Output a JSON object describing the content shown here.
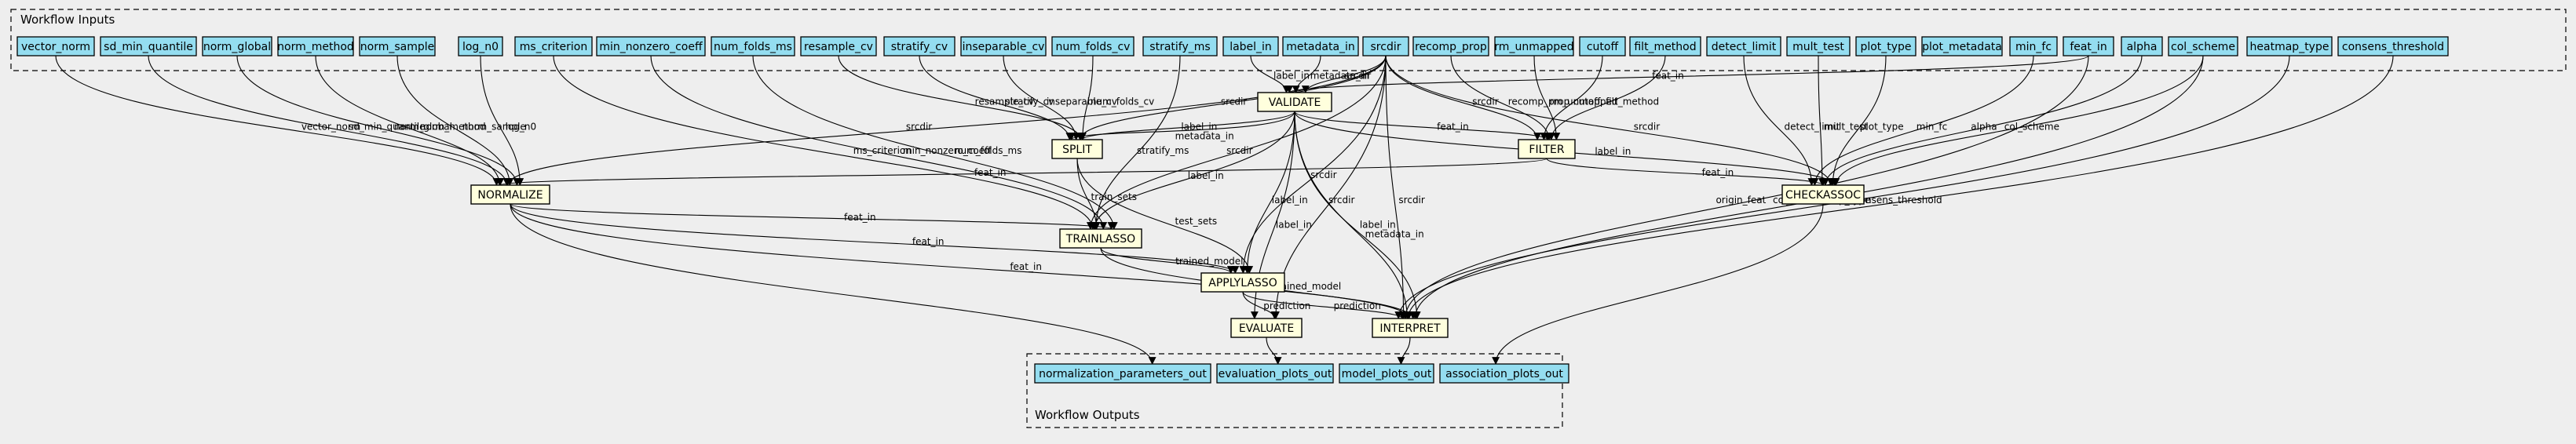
{
  "clusters": {
    "inputs_title": "Workflow Inputs",
    "outputs_title": "Workflow Outputs"
  },
  "inputs": [
    {
      "id": "vector_norm",
      "label": "vector_norm"
    },
    {
      "id": "sd_min_quantile",
      "label": "sd_min_quantile"
    },
    {
      "id": "norm_global",
      "label": "norm_global"
    },
    {
      "id": "norm_method",
      "label": "norm_method"
    },
    {
      "id": "norm_sample",
      "label": "norm_sample"
    },
    {
      "id": "log_n0",
      "label": "log_n0"
    },
    {
      "id": "ms_criterion",
      "label": "ms_criterion"
    },
    {
      "id": "min_nonzero_coeff",
      "label": "min_nonzero_coeff"
    },
    {
      "id": "num_folds_ms",
      "label": "num_folds_ms"
    },
    {
      "id": "resample_cv",
      "label": "resample_cv"
    },
    {
      "id": "stratify_cv",
      "label": "stratify_cv"
    },
    {
      "id": "inseparable_cv",
      "label": "inseparable_cv"
    },
    {
      "id": "num_folds_cv",
      "label": "num_folds_cv"
    },
    {
      "id": "stratify_ms",
      "label": "stratify_ms"
    },
    {
      "id": "label_in",
      "label": "label_in"
    },
    {
      "id": "metadata_in",
      "label": "metadata_in"
    },
    {
      "id": "srcdir",
      "label": "srcdir"
    },
    {
      "id": "recomp_prop",
      "label": "recomp_prop"
    },
    {
      "id": "rm_unmapped",
      "label": "rm_unmapped"
    },
    {
      "id": "cutoff",
      "label": "cutoff"
    },
    {
      "id": "filt_method",
      "label": "filt_method"
    },
    {
      "id": "detect_limit",
      "label": "detect_limit"
    },
    {
      "id": "mult_test",
      "label": "mult_test"
    },
    {
      "id": "plot_type",
      "label": "plot_type"
    },
    {
      "id": "plot_metadata",
      "label": "plot_metadata"
    },
    {
      "id": "min_fc",
      "label": "min_fc"
    },
    {
      "id": "feat_in",
      "label": "feat_in"
    },
    {
      "id": "alpha",
      "label": "alpha"
    },
    {
      "id": "col_scheme",
      "label": "col_scheme"
    },
    {
      "id": "heatmap_type",
      "label": "heatmap_type"
    },
    {
      "id": "consens_threshold",
      "label": "consens_threshold"
    }
  ],
  "steps": [
    {
      "id": "VALIDATE",
      "label": "VALIDATE"
    },
    {
      "id": "SPLIT",
      "label": "SPLIT"
    },
    {
      "id": "FILTER",
      "label": "FILTER"
    },
    {
      "id": "NORMALIZE",
      "label": "NORMALIZE"
    },
    {
      "id": "CHECKASSOC",
      "label": "CHECKASSOC"
    },
    {
      "id": "TRAINLASSO",
      "label": "TRAINLASSO"
    },
    {
      "id": "APPLYLASSO",
      "label": "APPLYLASSO"
    },
    {
      "id": "EVALUATE",
      "label": "EVALUATE"
    },
    {
      "id": "INTERPRET",
      "label": "INTERPRET"
    }
  ],
  "outputs": [
    {
      "id": "normalization_parameters_out",
      "label": "normalization_parameters_out"
    },
    {
      "id": "evaluation_plots_out",
      "label": "evaluation_plots_out"
    },
    {
      "id": "model_plots_out",
      "label": "model_plots_out"
    },
    {
      "id": "association_plots_out",
      "label": "association_plots_out"
    }
  ],
  "edges": [
    {
      "from": "vector_norm",
      "to": "NORMALIZE",
      "label": "vector_norm"
    },
    {
      "from": "sd_min_quantile",
      "to": "NORMALIZE",
      "label": "sd_min_quantile"
    },
    {
      "from": "norm_global",
      "to": "NORMALIZE",
      "label": "norm_global"
    },
    {
      "from": "norm_method",
      "to": "NORMALIZE",
      "label": "norm_method"
    },
    {
      "from": "norm_sample",
      "to": "NORMALIZE",
      "label": "norm_sample"
    },
    {
      "from": "log_n0",
      "to": "NORMALIZE",
      "label": "log_n0"
    },
    {
      "from": "ms_criterion",
      "to": "TRAINLASSO",
      "label": "ms_criterion"
    },
    {
      "from": "min_nonzero_coeff",
      "to": "TRAINLASSO",
      "label": "min_nonzero_coeff"
    },
    {
      "from": "num_folds_ms",
      "to": "TRAINLASSO",
      "label": "num_folds_ms"
    },
    {
      "from": "stratify_ms",
      "to": "TRAINLASSO",
      "label": "stratify_ms"
    },
    {
      "from": "resample_cv",
      "to": "SPLIT",
      "label": "resample_cv"
    },
    {
      "from": "stratify_cv",
      "to": "SPLIT",
      "label": "stratify_cv"
    },
    {
      "from": "inseparable_cv",
      "to": "SPLIT",
      "label": "inseparable_cv"
    },
    {
      "from": "num_folds_cv",
      "to": "SPLIT",
      "label": "num_folds_cv"
    },
    {
      "from": "label_in",
      "to": "VALIDATE",
      "label": "label_in"
    },
    {
      "from": "metadata_in",
      "to": "VALIDATE",
      "label": "metadata_in"
    },
    {
      "from": "srcdir",
      "to": "VALIDATE",
      "label": "srcdir"
    },
    {
      "from": "feat_in",
      "to": "VALIDATE",
      "label": "feat_in"
    },
    {
      "from": "srcdir",
      "to": "SPLIT",
      "label": "srcdir"
    },
    {
      "from": "srcdir",
      "to": "FILTER",
      "label": "srcdir"
    },
    {
      "from": "srcdir",
      "to": "NORMALIZE",
      "label": "srcdir"
    },
    {
      "from": "srcdir",
      "to": "CHECKASSOC",
      "label": "srcdir"
    },
    {
      "from": "srcdir",
      "to": "TRAINLASSO",
      "label": "srcdir"
    },
    {
      "from": "srcdir",
      "to": "APPLYLASSO",
      "label": "srcdir"
    },
    {
      "from": "srcdir",
      "to": "EVALUATE",
      "label": "srcdir"
    },
    {
      "from": "srcdir",
      "to": "INTERPRET",
      "label": "srcdir"
    },
    {
      "from": "recomp_prop",
      "to": "FILTER",
      "label": "recomp_prop"
    },
    {
      "from": "rm_unmapped",
      "to": "FILTER",
      "label": "rm_unmapped"
    },
    {
      "from": "cutoff",
      "to": "FILTER",
      "label": "cutoff"
    },
    {
      "from": "filt_method",
      "to": "FILTER",
      "label": "filt_method"
    },
    {
      "from": "detect_limit",
      "to": "CHECKASSOC",
      "label": "detect_limit"
    },
    {
      "from": "mult_test",
      "to": "CHECKASSOC",
      "label": "mult_test"
    },
    {
      "from": "plot_type",
      "to": "CHECKASSOC",
      "label": "plot_type"
    },
    {
      "from": "min_fc",
      "to": "CHECKASSOC",
      "label": "min_fc"
    },
    {
      "from": "alpha",
      "to": "CHECKASSOC",
      "label": "alpha"
    },
    {
      "from": "col_scheme",
      "to": "CHECKASSOC",
      "label": "col_scheme"
    },
    {
      "from": "feat_in",
      "to": "INTERPRET",
      "label": "origin_feat"
    },
    {
      "from": "col_scheme",
      "to": "INTERPRET",
      "label": "col_scheme"
    },
    {
      "from": "heatmap_type",
      "to": "INTERPRET",
      "label": "heatmap_type"
    },
    {
      "from": "consens_threshold",
      "to": "INTERPRET",
      "label": "consens_threshold"
    },
    {
      "from": "VALIDATE",
      "to": "SPLIT",
      "label": "label_in"
    },
    {
      "from": "VALIDATE",
      "to": "SPLIT",
      "label": "metadata_in"
    },
    {
      "from": "VALIDATE",
      "to": "FILTER",
      "label": "feat_in"
    },
    {
      "from": "VALIDATE",
      "to": "CHECKASSOC",
      "label": "label_in"
    },
    {
      "from": "VALIDATE",
      "to": "TRAINLASSO",
      "label": "label_in"
    },
    {
      "from": "VALIDATE",
      "to": "APPLYLASSO",
      "label": "label_in"
    },
    {
      "from": "VALIDATE",
      "to": "EVALUATE",
      "label": "label_in"
    },
    {
      "from": "VALIDATE",
      "to": "INTERPRET",
      "label": "label_in"
    },
    {
      "from": "VALIDATE",
      "to": "INTERPRET",
      "label": "metadata_in"
    },
    {
      "from": "FILTER",
      "to": "NORMALIZE",
      "label": "feat_in"
    },
    {
      "from": "FILTER",
      "to": "CHECKASSOC",
      "label": "feat_in"
    },
    {
      "from": "NORMALIZE",
      "to": "TRAINLASSO",
      "label": "feat_in"
    },
    {
      "from": "NORMALIZE",
      "to": "APPLYLASSO",
      "label": "feat_in"
    },
    {
      "from": "NORMALIZE",
      "to": "INTERPRET",
      "label": "feat_in"
    },
    {
      "from": "NORMALIZE",
      "to": "normalization_parameters_out",
      "label": ""
    },
    {
      "from": "SPLIT",
      "to": "TRAINLASSO",
      "label": "train_sets"
    },
    {
      "from": "SPLIT",
      "to": "APPLYLASSO",
      "label": "test_sets"
    },
    {
      "from": "TRAINLASSO",
      "to": "APPLYLASSO",
      "label": "trained_model"
    },
    {
      "from": "TRAINLASSO",
      "to": "INTERPRET",
      "label": "trained_model"
    },
    {
      "from": "APPLYLASSO",
      "to": "EVALUATE",
      "label": "prediction"
    },
    {
      "from": "APPLYLASSO",
      "to": "INTERPRET",
      "label": "prediction"
    },
    {
      "from": "EVALUATE",
      "to": "evaluation_plots_out",
      "label": ""
    },
    {
      "from": "INTERPRET",
      "to": "model_plots_out",
      "label": ""
    },
    {
      "from": "CHECKASSOC",
      "to": "association_plots_out",
      "label": ""
    }
  ]
}
